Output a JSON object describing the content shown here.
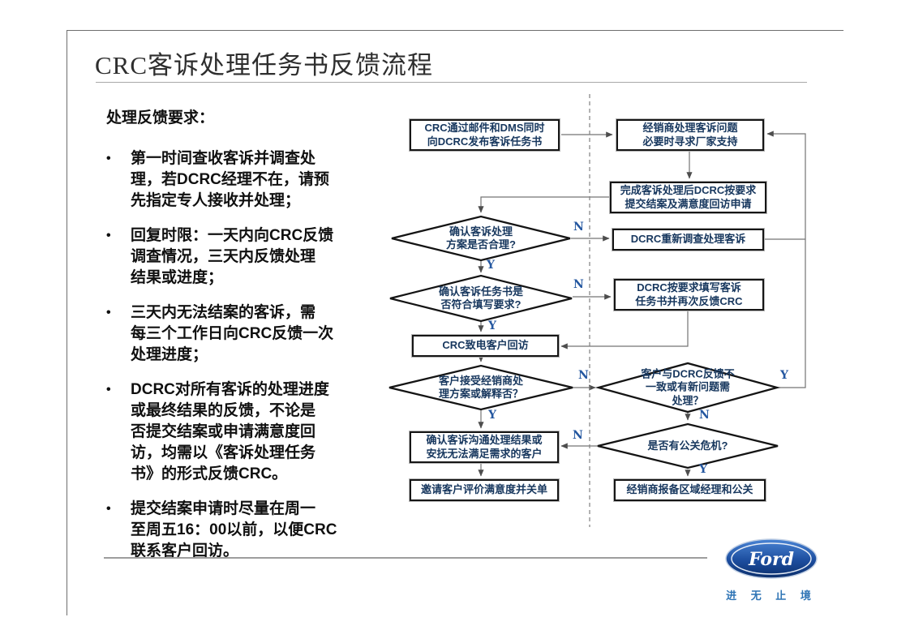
{
  "slide": {
    "title": "CRC客诉处理任务书反馈流程"
  },
  "notes": {
    "heading": "处理反馈要求：",
    "bullet_glyph": "•",
    "bullets": [
      "第一时间查收客诉并调查处\n理，若DCRC经理不在，请预\n先指定专人接收并处理；",
      "回复时限：一天内向CRC反馈\n调查情况，三天内反馈处理\n结果或进度；",
      "三天内无法结案的客诉，需\n每三个工作日向CRC反馈一次\n处理进度；",
      "DCRC对所有客诉的处理进度\n或最终结果的反馈，不论是\n否提交结案或申请满意度回\n访，均需以《客诉处理任务\n书》的形式反馈CRC。",
      "提交结案申请时尽量在周一\n至周五16：00以前，以便CRC\n联系客户回访。"
    ]
  },
  "flow": {
    "nodes": {
      "crc_publish": {
        "label": "CRC通过邮件和DMS同时\n向DCRC发布客诉任务书"
      },
      "dealer_handle": {
        "label": "经销商处理客诉问题\n必要时寻求厂家支持"
      },
      "submit_close": {
        "label": "完成客诉处理后DCRC按要求\n提交结案及满意度回访申请"
      },
      "d_plan_ok": {
        "label": "确认客诉处理\n方案是否合理?"
      },
      "re_investigate": {
        "label": "DCRC重新调查处理客诉"
      },
      "d_form_ok": {
        "label": "确认客诉任务书是\n否符合填写要求?"
      },
      "refill_form": {
        "label": "DCRC按要求填写客诉\n任务书并再次反馈CRC"
      },
      "crc_callback": {
        "label": "CRC致电客户回访"
      },
      "d_customer_accept": {
        "label": "客户接受经销商处\n理方案或解释否？"
      },
      "d_mismatch": {
        "label": "客户与DCRC反馈不\n一致或有新问题需\n处理？"
      },
      "confirm_result": {
        "label": "确认客诉沟通处理结果或\n安抚无法满足需求的客户"
      },
      "d_pr_crisis": {
        "label": "是否有公关危机?"
      },
      "invite_rating": {
        "label": "邀请客户评价满意度并关单"
      },
      "report_pr": {
        "label": "经销商报备区域经理和公关"
      }
    },
    "edge_labels": {
      "n1": "N",
      "y1": "Y",
      "n2": "N",
      "y2": "Y",
      "n3": "N",
      "y3": "Y",
      "y4": "Y",
      "n4": "N",
      "n5": "N",
      "y5": "Y"
    }
  },
  "brand": {
    "name": "Ford",
    "slogan": "进 无 止 境"
  },
  "colors": {
    "node_text": "#17375E",
    "edge_label": "#2457A0",
    "ford_blue_dark": "#0c2f6b",
    "ford_blue_light": "#4a84d4",
    "slogan_blue": "#2E74B5",
    "connector_gray": "#737373"
  }
}
